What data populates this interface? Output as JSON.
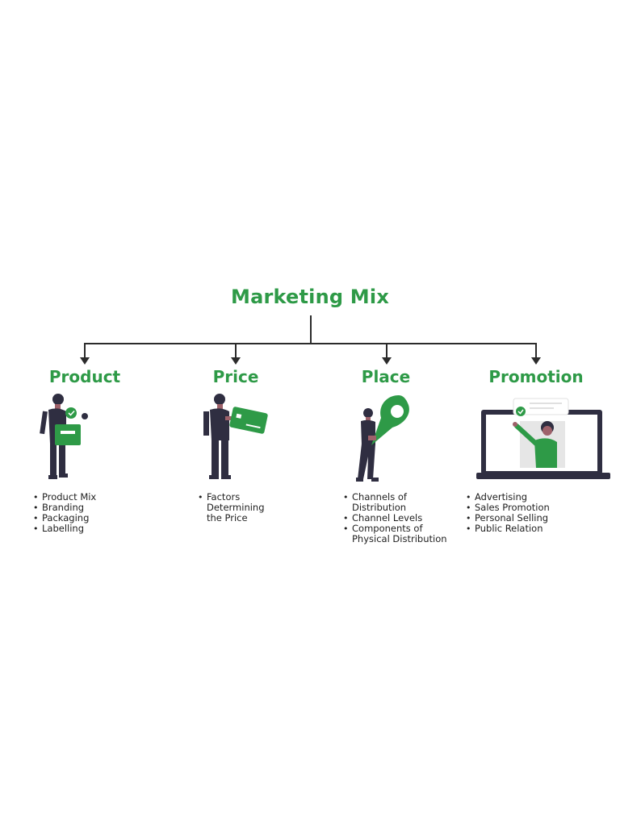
{
  "diagram": {
    "title": "Marketing Mix",
    "branches": [
      {
        "label": "Product",
        "icon": "person-holding-box-icon",
        "items": [
          "Product Mix",
          "Branding",
          "Packaging",
          "Labelling"
        ]
      },
      {
        "label": "Price",
        "icon": "person-holding-card-icon",
        "items": [
          "Factors Determining the Price"
        ]
      },
      {
        "label": "Place",
        "icon": "person-with-location-pin-icon",
        "items": [
          "Channels of Distribution",
          "Channel Levels",
          "Components of Physical Distribution"
        ]
      },
      {
        "label": "Promotion",
        "icon": "person-on-laptop-screen-icon",
        "items": [
          "Advertising",
          "Sales Promotion",
          "Personal Selling",
          "Public Relation"
        ]
      }
    ]
  },
  "colors": {
    "accent": "#2e9a47",
    "dark": "#2f2e41",
    "text": "#1f1f1f"
  }
}
